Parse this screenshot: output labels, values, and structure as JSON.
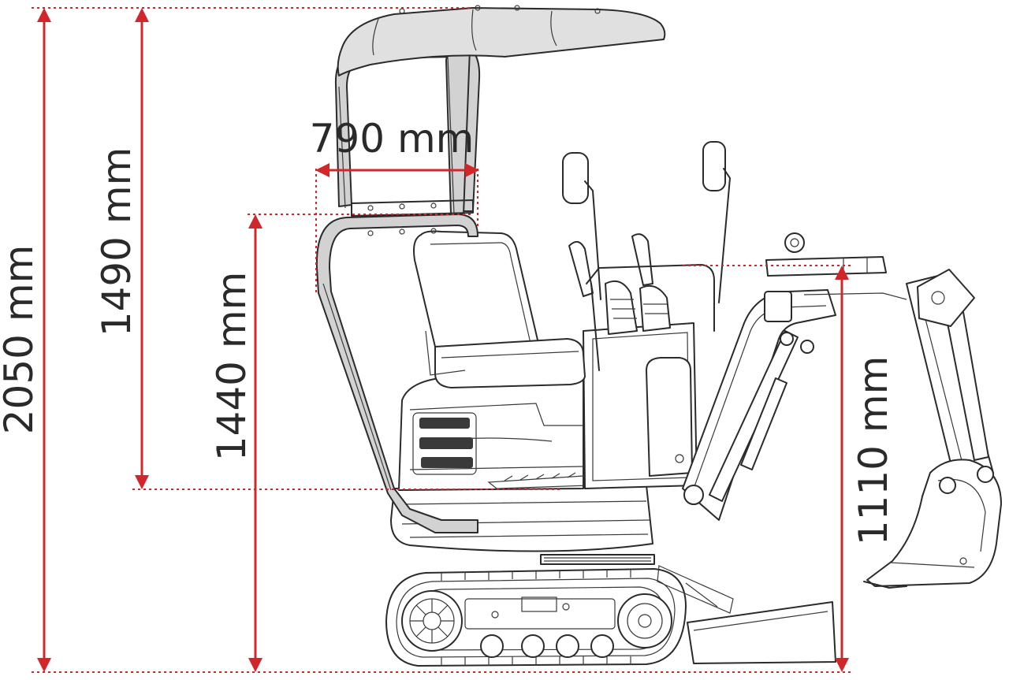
{
  "dimensions": {
    "overall_height": "2050 mm",
    "canopy_height": "1490 mm",
    "seat_height": "1440 mm",
    "rops_width": "790 mm",
    "boom_height": "1110 mm"
  },
  "colors": {
    "dimension": "#d1272b",
    "outline": "#2b2b2b",
    "text": "#2a2a2a",
    "roof_fill": "#e0e0e0",
    "rops_fill": "#d2d2d2"
  }
}
